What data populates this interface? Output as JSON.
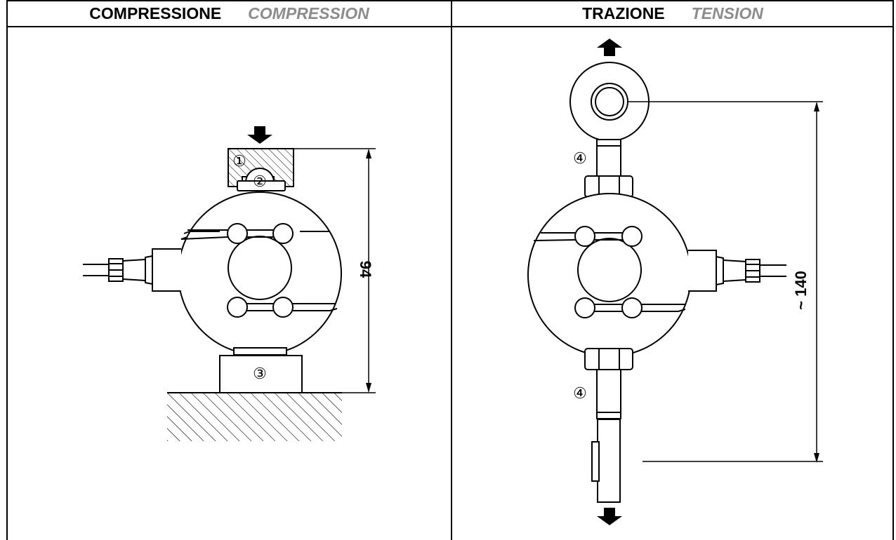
{
  "headers": {
    "left": {
      "main": "COMPRESSIONE",
      "sub": "COMPRESSION"
    },
    "right": {
      "main": "TRAZIONE",
      "sub": "TENSION"
    }
  },
  "dimensions": {
    "compression": "94",
    "tension": "~ 140"
  },
  "callouts": {
    "c1": "①",
    "c2": "②",
    "c3": "③",
    "c4_top": "④",
    "c4_bottom": "④"
  }
}
